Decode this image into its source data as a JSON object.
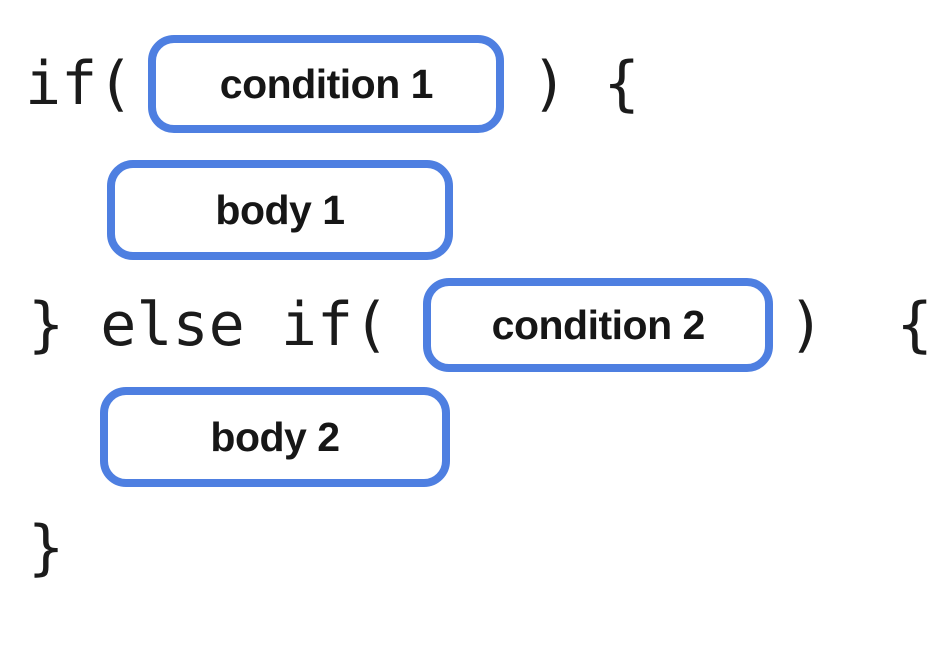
{
  "diagram": {
    "background": "#ffffff",
    "accent_blue": "#4e7fe1",
    "code_color": "#1b1b1b",
    "label_color": "#161616",
    "lines": [
      {
        "pre": "if(",
        "slot": "condition 1",
        "post": ") {"
      },
      {
        "slot": "body 1"
      },
      {
        "pre": "} else if(",
        "slot": "condition 2",
        "post": ")  {"
      },
      {
        "slot": "body 2"
      },
      {
        "pre": "}"
      }
    ]
  }
}
